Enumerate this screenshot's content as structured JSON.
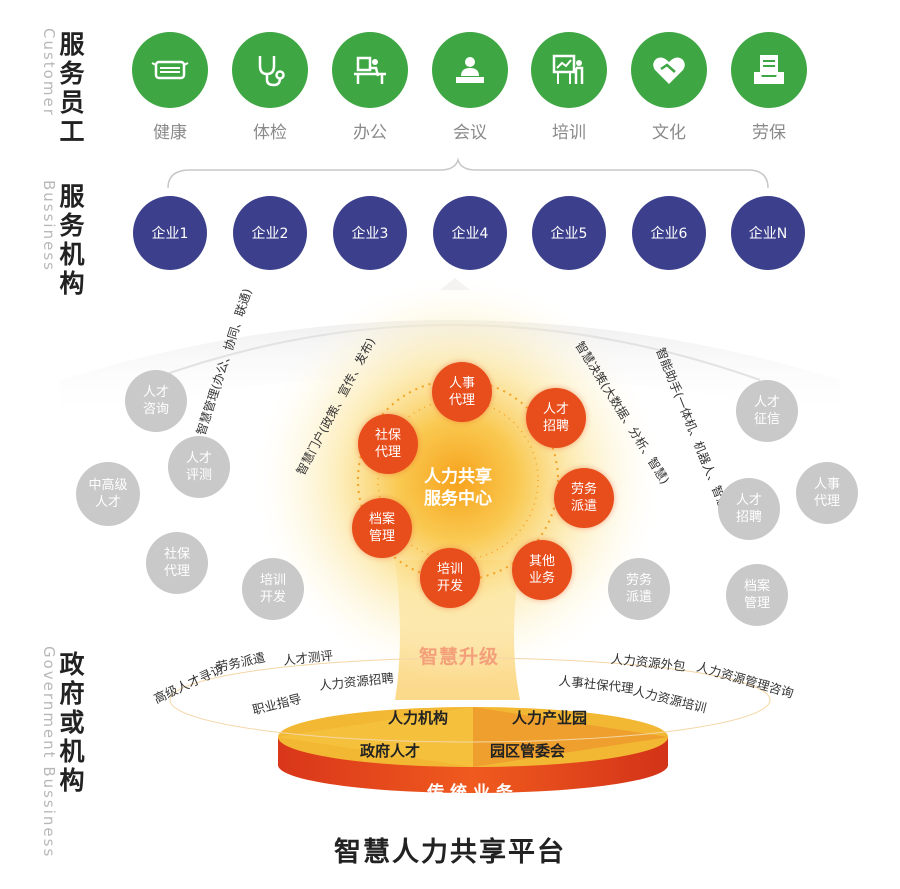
{
  "sections": {
    "customer": {
      "cn": "服务员工",
      "en": "Customer"
    },
    "business": {
      "cn": "服务机构",
      "en": "Bussiness"
    },
    "government": {
      "cn": "政府或机构",
      "en": "Government Bussiness"
    }
  },
  "services": [
    {
      "label": "健康",
      "icon": "mask-icon"
    },
    {
      "label": "体检",
      "icon": "stethoscope-icon"
    },
    {
      "label": "办公",
      "icon": "office-desk-icon"
    },
    {
      "label": "会议",
      "icon": "meeting-icon"
    },
    {
      "label": "培训",
      "icon": "training-board-icon"
    },
    {
      "label": "文化",
      "icon": "handshake-heart-icon"
    },
    {
      "label": "劳保",
      "icon": "document-tray-icon"
    }
  ],
  "enterprises": [
    "企业1",
    "企业2",
    "企业3",
    "企业4",
    "企业5",
    "企业6",
    "企业N"
  ],
  "center": {
    "label": "人力共享\n服务中心"
  },
  "core_services": [
    "人事\n代理",
    "人才\n招聘",
    "劳务\n派遣",
    "其他\n业务",
    "培训\n开发",
    "档案\n管理",
    "社保\n代理"
  ],
  "gray_left": [
    "人才\n咨询",
    "人才\n评测",
    "中高级\n人才",
    "社保\n代理",
    "培训\n开发"
  ],
  "gray_right": [
    "人才\n征信",
    "人事\n代理",
    "人才\n招聘",
    "劳务\n派遣",
    "档案\n管理"
  ],
  "smart_arcs": [
    "智慧管理(办公、协同、联通)",
    "智慧门户(政策、宣传、发布)",
    "智慧决策(大数据、分析、智慧)",
    "智能助手(一体机、机器人、智慧屏)"
  ],
  "upgrade": "智慧升级",
  "gov_left": [
    "高级人才寻访",
    "劳务派遣",
    "人才测评",
    "职业指导",
    "人力资源招聘"
  ],
  "gov_right": [
    "人力资源外包",
    "人力资源管理咨询",
    "人事社保代理",
    "人力资源培训"
  ],
  "platform": {
    "q1": "人力机构",
    "q2": "人力产业园",
    "q3": "政府人才",
    "q4": "园区管委会",
    "base": "传 统 业 务"
  },
  "title": "智慧人力共享平台",
  "colors": {
    "green": "#3ea643",
    "navy": "#3b3f8c",
    "orange": "#e84d1c",
    "gray": "#c9c9c9",
    "gold": "#f2b632"
  }
}
